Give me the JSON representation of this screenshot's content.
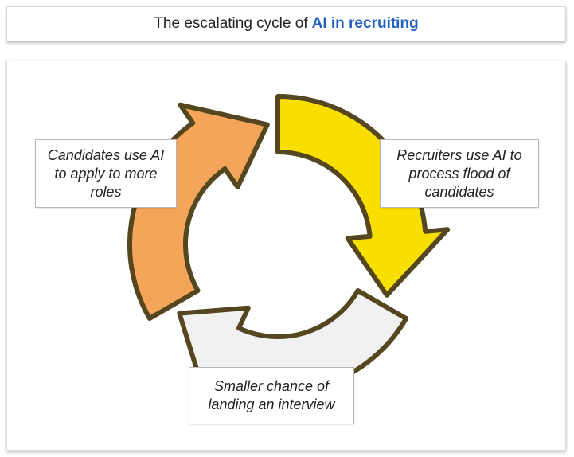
{
  "header": {
    "title_prefix": "The escalating cycle of",
    "title_highlight": "AI in recruiting"
  },
  "cycle": {
    "steps": [
      {
        "label": "Candidates use AI to apply to more roles",
        "color": "#f5a55a"
      },
      {
        "label": "Recruiters use AI to process flood of candidates",
        "color": "#f8df00"
      },
      {
        "label": "Smaller chance of landing an interview",
        "color": "#f1f1f1"
      }
    ],
    "outline_color": "#54461f"
  }
}
